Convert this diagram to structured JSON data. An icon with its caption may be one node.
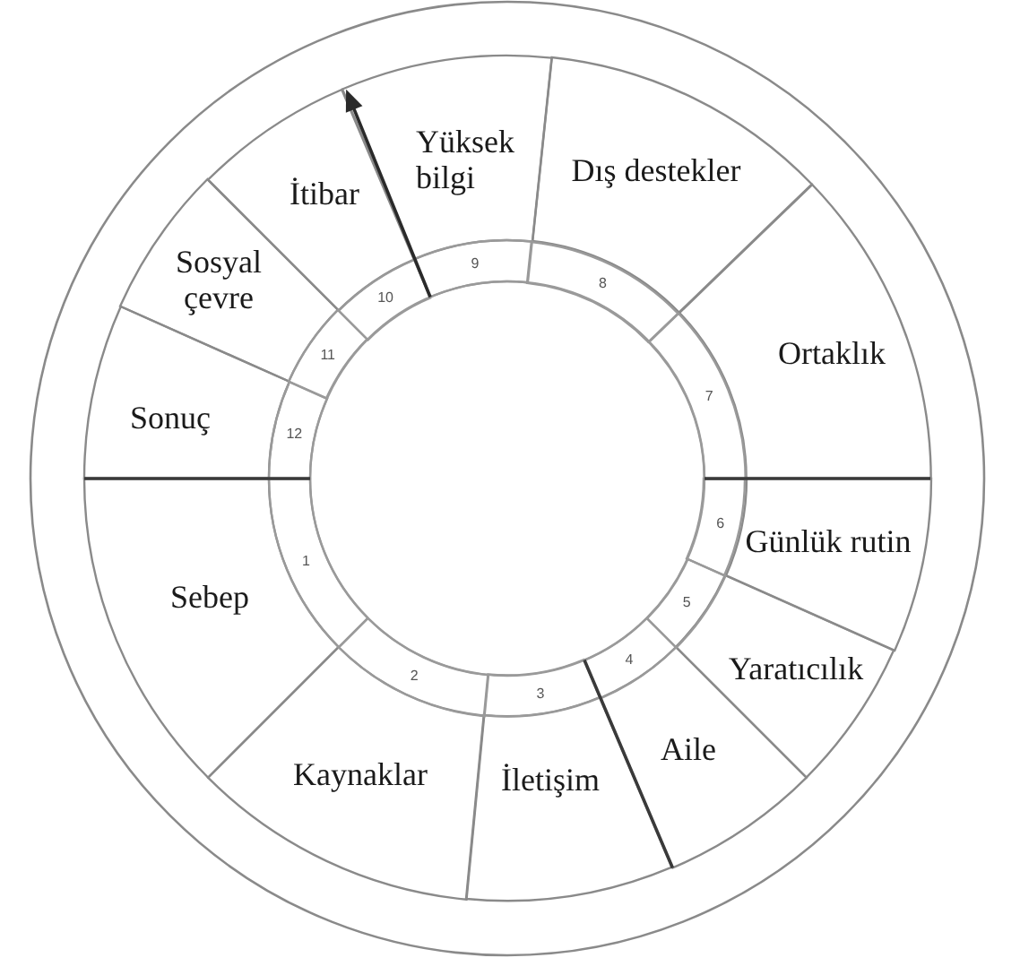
{
  "diagram": {
    "nodes": [
      {
        "text": [
          "Sebep"
        ]
      },
      {
        "text": [
          "Kaynaklar"
        ]
      },
      {
        "text": [
          "İletişim"
        ]
      },
      {
        "text": [
          "Aile"
        ]
      },
      {
        "text": [
          "Yaratıcılık"
        ]
      },
      {
        "text": [
          "Günlük rutin"
        ]
      },
      {
        "text": [
          "Ortaklık"
        ]
      },
      {
        "text": [
          "Dış destekler"
        ]
      },
      {
        "text": [
          "Yüksek bilgi"
        ]
      },
      {
        "text": [
          "İtibar"
        ]
      },
      {
        "text": [
          "Sosyal çevre"
        ]
      },
      {
        "text": [
          "Sonuç"
        ]
      },
      {
        "text": [
          "1"
        ]
      },
      {
        "text": [
          "2"
        ]
      },
      {
        "text": [
          "3"
        ]
      },
      {
        "text": [
          "4"
        ]
      },
      {
        "text": [
          "5"
        ]
      },
      {
        "text": [
          "6"
        ]
      },
      {
        "text": [
          "7"
        ]
      },
      {
        "text": [
          "8"
        ]
      },
      {
        "text": [
          "9"
        ]
      },
      {
        "text": [
          "10"
        ]
      },
      {
        "text": [
          "11"
        ]
      },
      {
        "text": [
          "12"
        ]
      },
      {
        "text": [],
        "shape": "circle"
      }
    ],
    "edges": [
      {
        "from": 24,
        "to": 8,
        "arrow": "to"
      }
    ]
  }
}
